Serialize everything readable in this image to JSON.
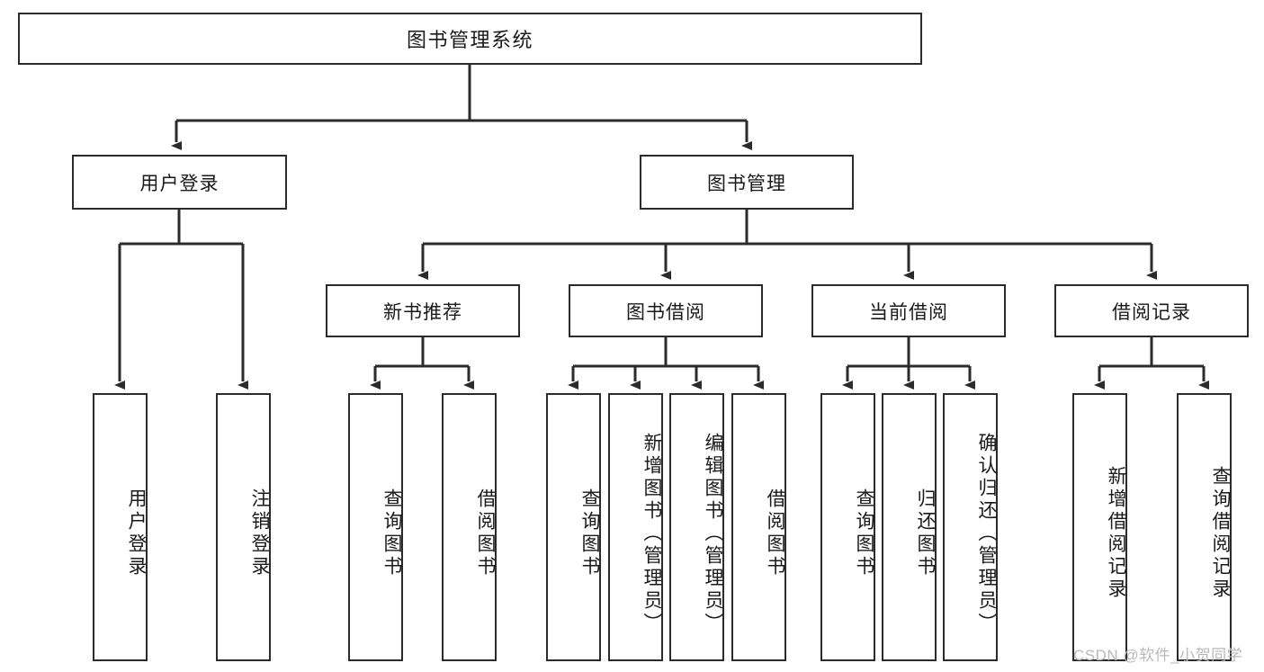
{
  "diagram": {
    "title": "图书管理系统",
    "type": "tree-hierarchy-diagram",
    "root": {
      "id": "root",
      "label": "图书管理系统"
    },
    "level2": [
      {
        "id": "user-login",
        "label": "用户登录"
      },
      {
        "id": "book-management",
        "label": "图书管理"
      }
    ],
    "level3": [
      {
        "id": "new-book-recommend",
        "label": "新书推荐",
        "parent": "book-management"
      },
      {
        "id": "book-borrow",
        "label": "图书借阅",
        "parent": "book-management"
      },
      {
        "id": "current-borrow",
        "label": "当前借阅",
        "parent": "book-management"
      },
      {
        "id": "borrow-record",
        "label": "借阅记录",
        "parent": "book-management"
      }
    ],
    "leaves": {
      "user-login": [
        {
          "id": "leaf-user-login",
          "label": "用户登录"
        },
        {
          "id": "leaf-logout",
          "label": "注销登录"
        }
      ],
      "new-book-recommend": [
        {
          "id": "leaf-query-book-1",
          "label": "查询图书"
        },
        {
          "id": "leaf-borrow-book-1",
          "label": "借阅图书"
        }
      ],
      "book-borrow": [
        {
          "id": "leaf-query-book-2",
          "label": "查询图书"
        },
        {
          "id": "leaf-add-book",
          "label": "新增图书（管理员）"
        },
        {
          "id": "leaf-edit-book",
          "label": "编辑图书（管理员）"
        },
        {
          "id": "leaf-borrow-book-2",
          "label": "借阅图书"
        }
      ],
      "current-borrow": [
        {
          "id": "leaf-query-book-3",
          "label": "查询图书"
        },
        {
          "id": "leaf-return-book",
          "label": "归还图书"
        },
        {
          "id": "leaf-confirm-return",
          "label": "确认归还（管理员）"
        }
      ],
      "borrow-record": [
        {
          "id": "leaf-add-record",
          "label": "新增借阅记录"
        },
        {
          "id": "leaf-query-record",
          "label": "查询借阅记录"
        }
      ]
    }
  },
  "watermark": {
    "text": "CSDN @软件_小贺同学"
  },
  "colors": {
    "stroke": "#2b2b2b",
    "fill": "#ffffff",
    "text": "#1a1a1a",
    "watermark": "#b9b9b9"
  }
}
